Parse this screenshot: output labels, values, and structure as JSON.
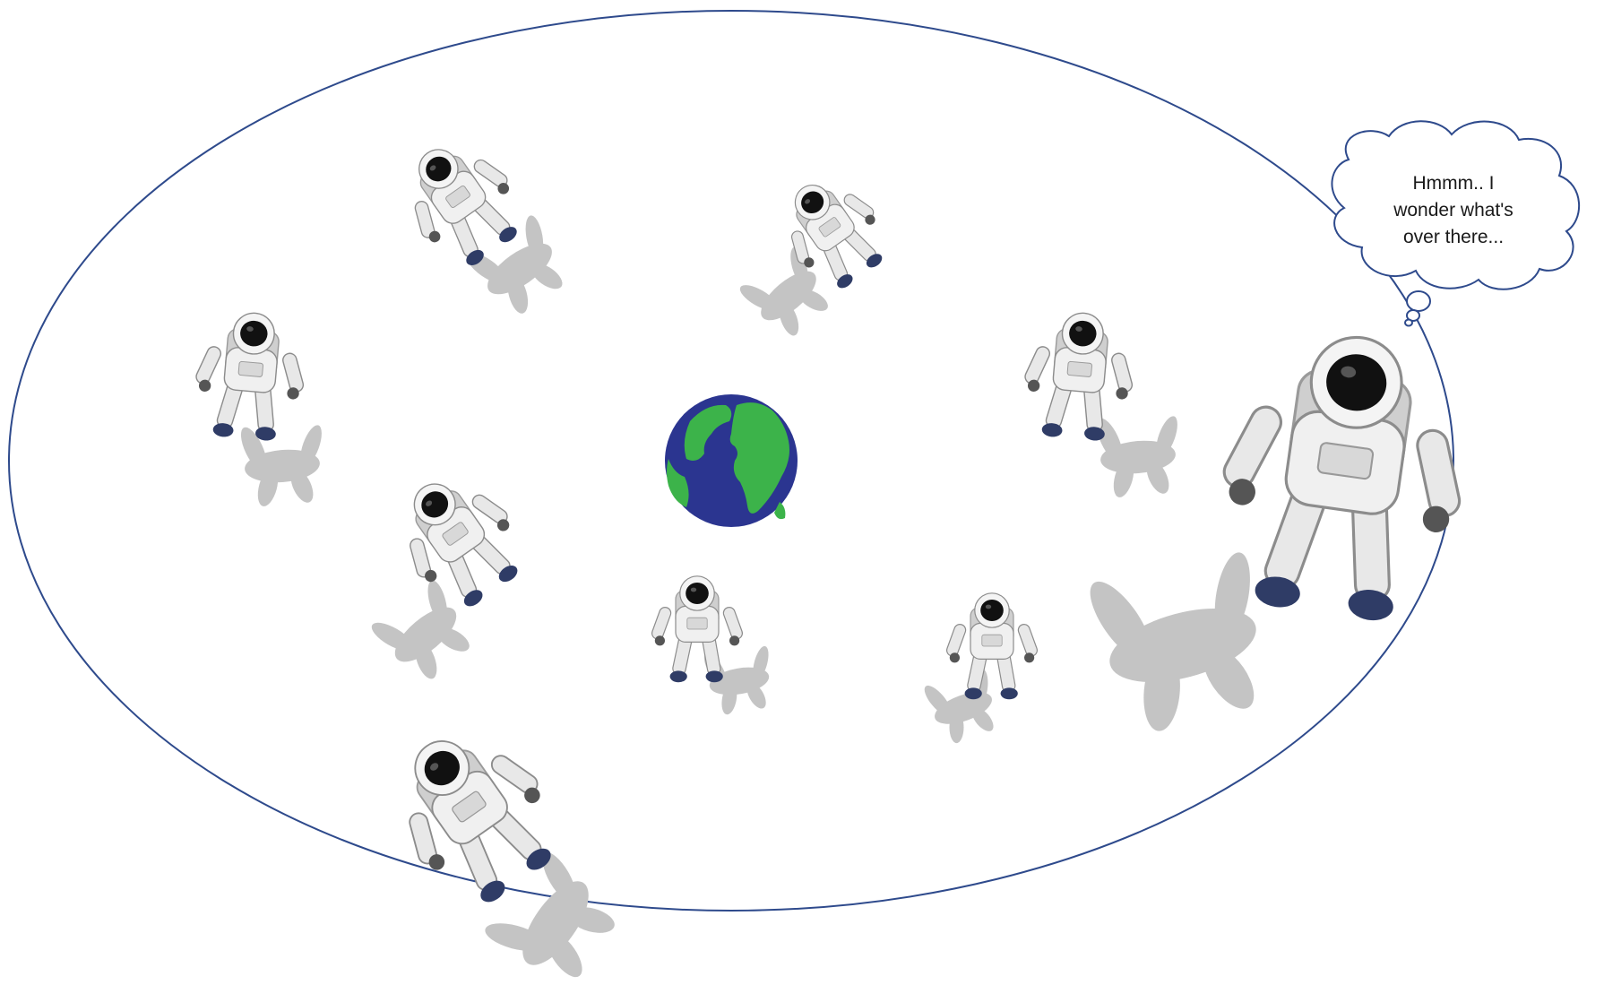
{
  "thought_bubble": {
    "lines": [
      "Hmmm.. I",
      "wonder what's",
      "over there..."
    ]
  },
  "colors": {
    "ellipse_stroke": "#2e4a8c",
    "earth_ocean": "#2b3590",
    "earth_land": "#3cb34a",
    "suit": "#e6e6e6",
    "visor": "#111111",
    "shadow": "#bfbfbf"
  },
  "icons": {
    "center": "earth-globe-icon",
    "figures": "astronaut-icon"
  }
}
